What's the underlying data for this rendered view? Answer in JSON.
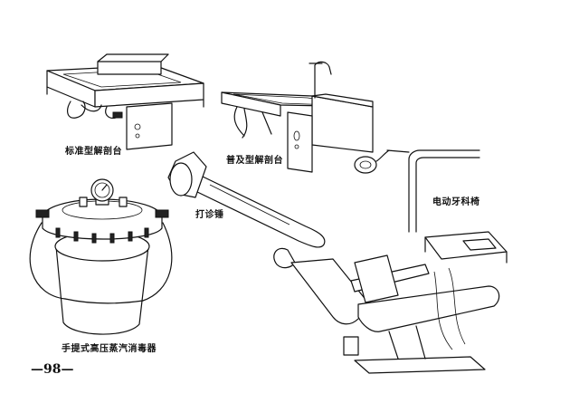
{
  "labels": {
    "standard_table": "标准型解剖台",
    "common_table": "普及型解剖台",
    "hammer": "打诊锤",
    "dental_chair": "电动牙科椅",
    "sterilizer": "手提式高压蒸汽消毒器"
  },
  "page_number": "—98—"
}
